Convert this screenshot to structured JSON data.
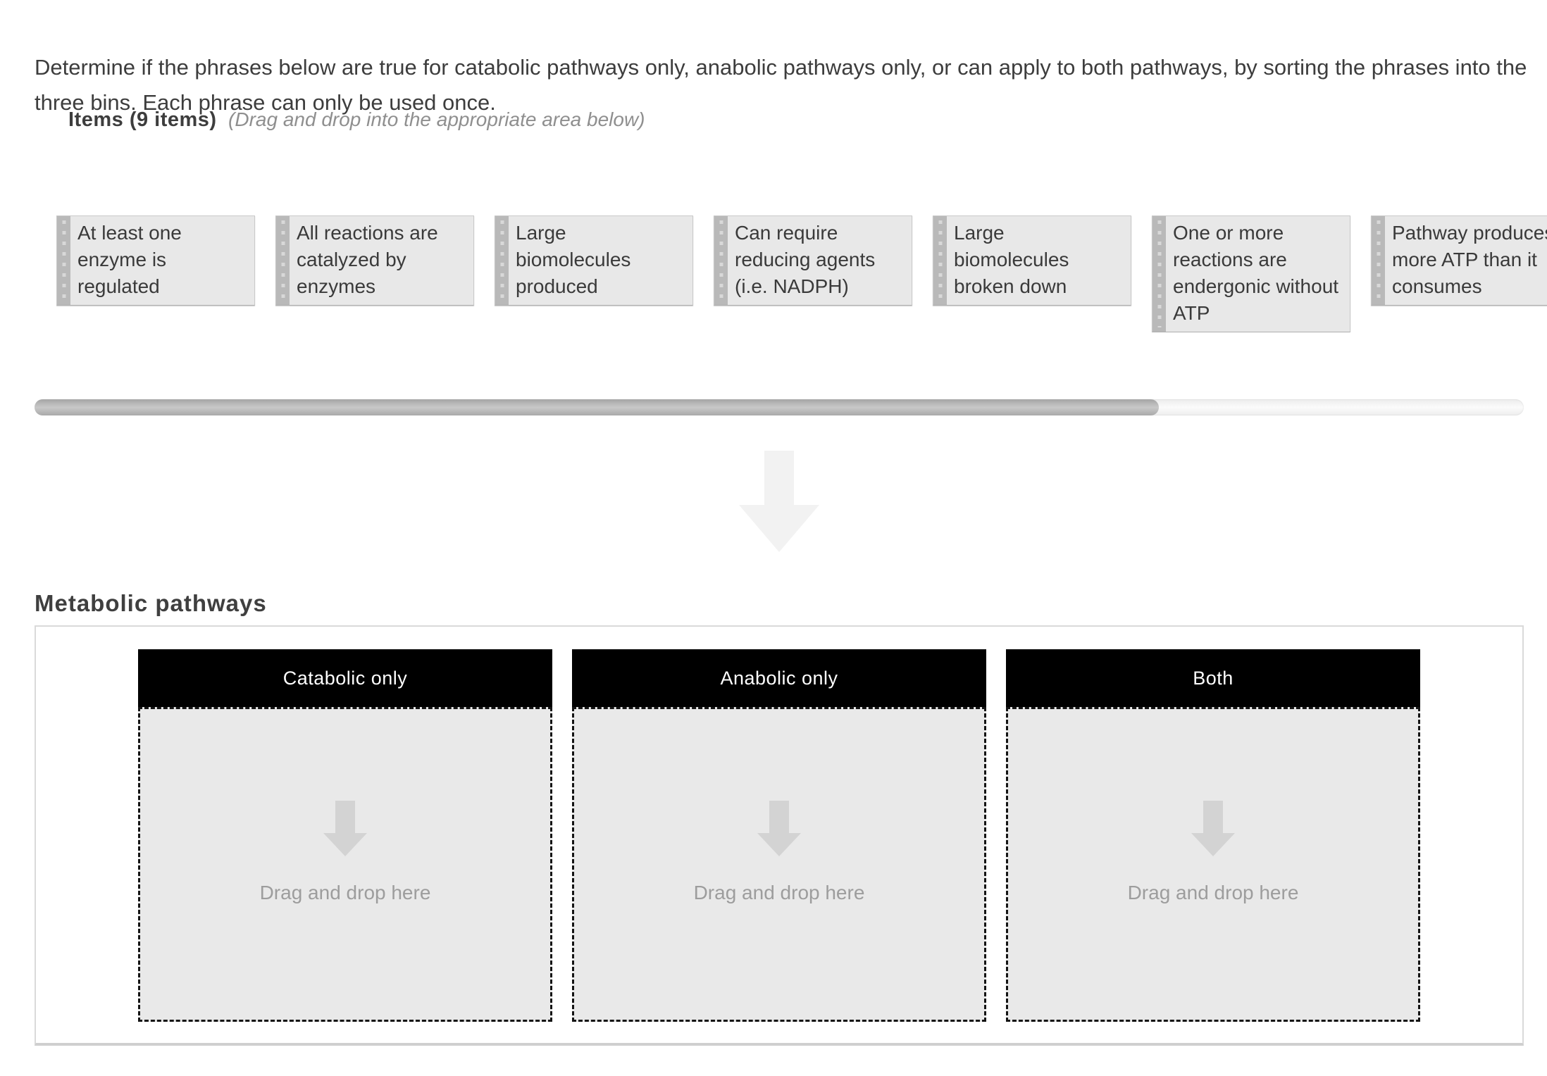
{
  "instructions": "Determine if the phrases below are true for catabolic pathways only, anabolic pathways only, or can apply to both pathways, by sorting the phrases into the three bins.  Each phrase can only be used once.",
  "items_header": {
    "label": "Items (9 items)",
    "hint": "(Drag and drop into the appropriate area below)"
  },
  "items": [
    {
      "text": "At least one enzyme is regulated"
    },
    {
      "text": "All reactions are catalyzed by enzymes"
    },
    {
      "text": "Large biomolecules produced"
    },
    {
      "text": "Can require reducing agents (i.e. NADPH)"
    },
    {
      "text": "Large biomolecules broken down"
    },
    {
      "text": "One or more reactions are endergonic without ATP"
    },
    {
      "text": "Pathway produces more ATP than it consumes"
    }
  ],
  "section": {
    "title": "Metabolic pathways"
  },
  "bins": [
    {
      "label": "Catabolic only",
      "placeholder": "Drag and drop here"
    },
    {
      "label": "Anabolic only",
      "placeholder": "Drag and drop here"
    },
    {
      "label": "Both",
      "placeholder": "Drag and drop here"
    }
  ],
  "colors": {
    "bin_header_bg": "#000000",
    "bin_header_text": "#ffffff",
    "card_bg": "#e8e8e8",
    "drop_zone_bg": "#e9e9e9",
    "placeholder_text": "#9d9d9d",
    "scroll_thumb": "#b5b5b5",
    "pale_arrow": "#f2f2f2"
  }
}
